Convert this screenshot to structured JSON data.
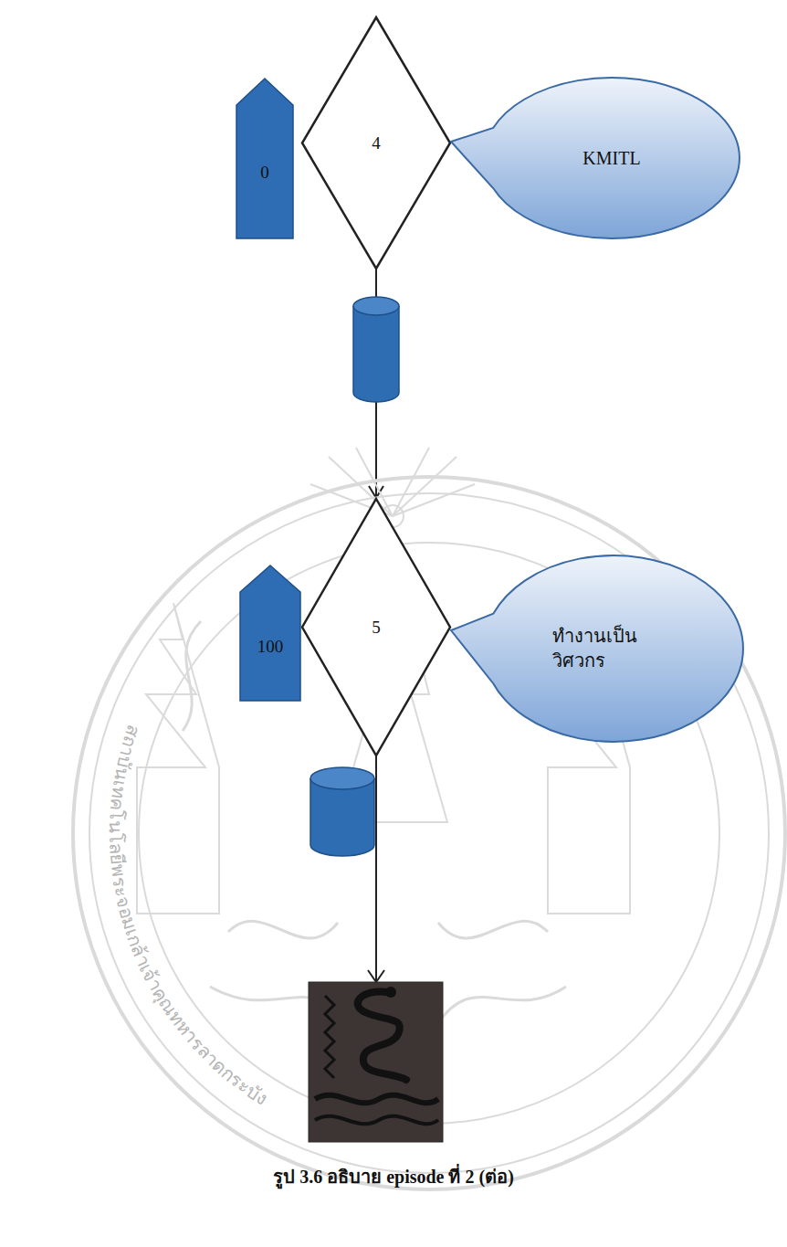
{
  "diagram": {
    "caption": "รูป 3.6 อธิบาย episode ที่ 2 (ต่อ)",
    "nodes": [
      {
        "text": [
          "4"
        ]
      },
      {
        "text": [
          "0"
        ]
      },
      {
        "text": [
          "KMITL"
        ]
      },
      {
        "text": [
          "5"
        ]
      },
      {
        "text": [
          "100"
        ]
      },
      {
        "text": [
          "ทำงานเป็น วิศวกร"
        ]
      }
    ],
    "edges": [
      {
        "from": 0,
        "to": 3,
        "arrow": "to"
      }
    ],
    "labels": [
      "สถาบันเทคโนโลยีพระจอมเกล้าเจ้าคุณทหารลาดกระบัง"
    ]
  }
}
